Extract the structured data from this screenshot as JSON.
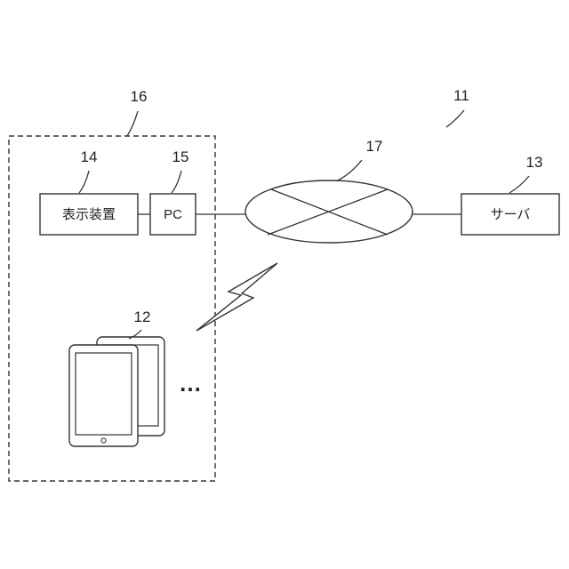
{
  "labels": {
    "system": "11",
    "tablet": "12",
    "server": "13",
    "display": "14",
    "pc": "15",
    "group": "16",
    "network": "17"
  },
  "boxes": {
    "display_text": "表示装置",
    "pc_text": "PC",
    "server_text": "サーバ"
  },
  "ellipsis": "…",
  "colors": {
    "stroke": "#333333",
    "background": "#ffffff"
  },
  "icons": [
    "lightning-bolt-icon",
    "tablet-icon"
  ]
}
